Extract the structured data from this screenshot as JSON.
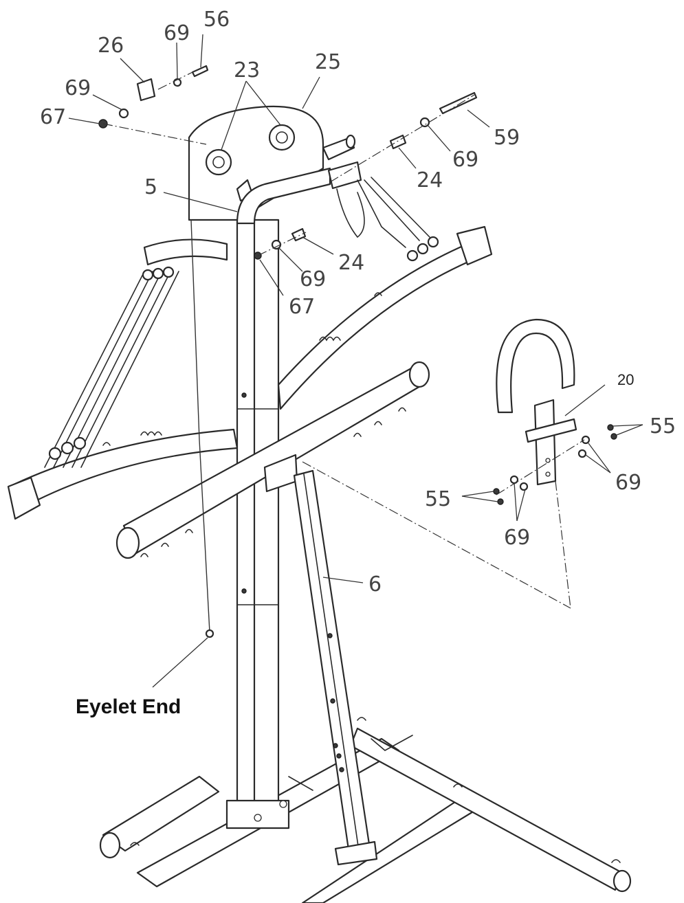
{
  "labels": {
    "l56": "56",
    "l69a": "69",
    "l26": "26",
    "l23": "23",
    "l25": "25",
    "l69b": "69",
    "l67a": "67",
    "l59": "59",
    "l69c": "69",
    "l24a": "24",
    "l5": "5",
    "l24b": "24",
    "l69d": "69",
    "l67b": "67",
    "l20": "20",
    "l55a": "55",
    "l69e": "69",
    "l55b": "55",
    "l69f": "69",
    "l6": "6",
    "eyelet": "Eyelet End"
  }
}
